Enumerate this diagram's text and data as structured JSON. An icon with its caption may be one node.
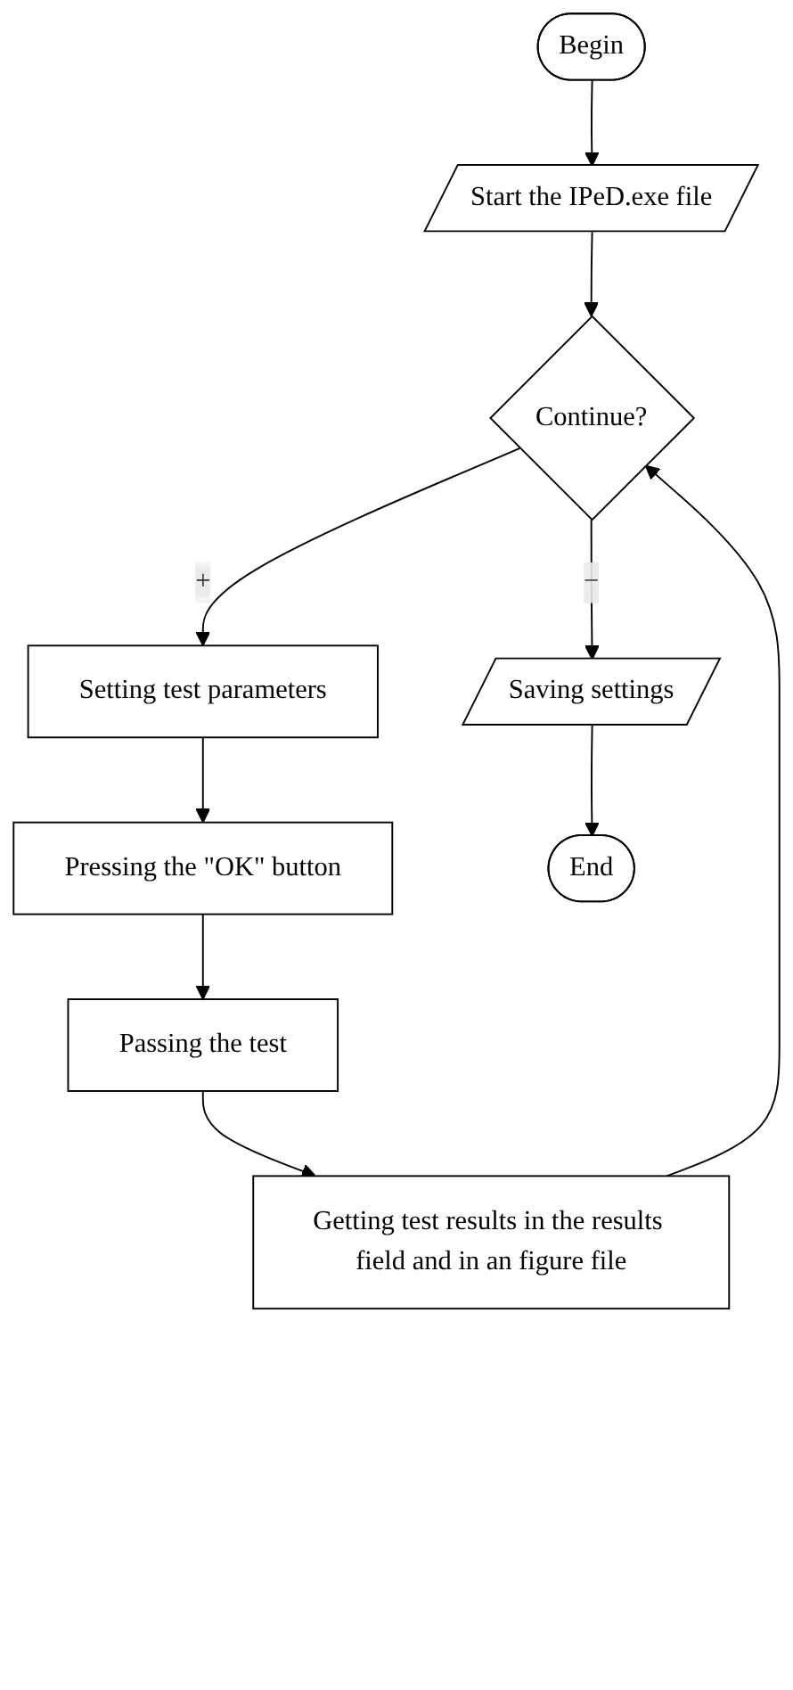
{
  "diagram": {
    "nodes": [
      {
        "text": [
          "Begin"
        ]
      },
      {
        "text": [
          "Start the IPeD.exe file"
        ]
      },
      {
        "text": [
          "Continue?"
        ]
      },
      {
        "text": [
          "Setting test parameters"
        ]
      },
      {
        "text": [
          "Pressing the \"OK\" button"
        ]
      },
      {
        "text": [
          "Passing the test"
        ]
      },
      {
        "text": [
          "Getting test results in the results field and in an figure file"
        ]
      },
      {
        "text": [
          "Saving settings"
        ]
      },
      {
        "text": [
          "End"
        ]
      }
    ],
    "edges": [
      {
        "from": 0,
        "to": 1,
        "arrow": "to"
      },
      {
        "from": 1,
        "to": 2,
        "arrow": "to"
      },
      {
        "from": 2,
        "to": 3,
        "arrow": "to",
        "label": "+"
      },
      {
        "from": 3,
        "to": 4,
        "arrow": "to"
      },
      {
        "from": 4,
        "to": 5,
        "arrow": "to"
      },
      {
        "from": 5,
        "to": 6,
        "arrow": "to"
      },
      {
        "from": 6,
        "to": 2,
        "arrow": "to"
      },
      {
        "from": 2,
        "to": 7,
        "arrow": "to",
        "label": "−"
      },
      {
        "from": 7,
        "to": 8,
        "arrow": "to"
      }
    ]
  }
}
